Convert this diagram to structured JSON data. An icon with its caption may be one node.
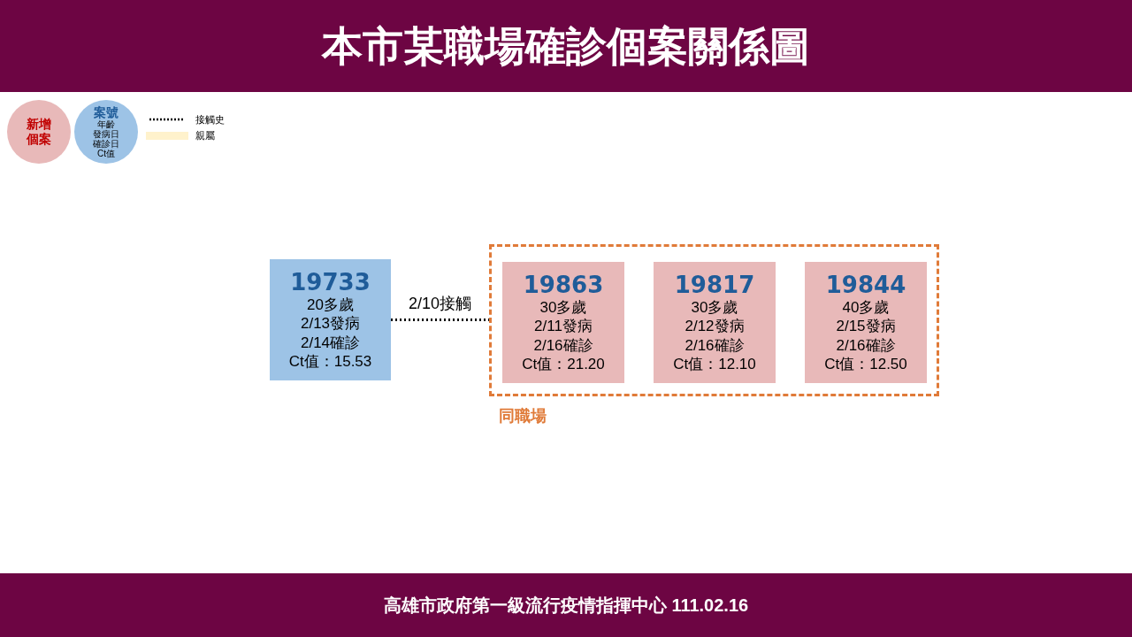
{
  "diagram": {
    "title": "本市某職場確診個案關係圖",
    "nodes": [
      {
        "text": [
          "新增個案"
        ]
      },
      {
        "text": [
          "案號",
          "年齡",
          "發病日",
          "確診日",
          "Ct值"
        ]
      },
      {
        "text": [
          "19733",
          "20多歲",
          "2/13發病",
          "2/14確診",
          "Ct值：15.53"
        ]
      },
      {
        "text": [],
        "shape": "box",
        "beside": [
          "同職場"
        ]
      },
      {
        "text": [
          "19863",
          "30多歲",
          "2/11發病",
          "2/16確診",
          "Ct值：21.20"
        ],
        "in": 3
      },
      {
        "text": [
          "19817",
          "30多歲",
          "2/12發病",
          "2/16確診",
          "Ct值：12.10"
        ],
        "in": 3
      },
      {
        "text": [
          "19844",
          "40多歲",
          "2/15發病",
          "2/16確診",
          "Ct值：12.50"
        ],
        "in": 3
      }
    ],
    "edges": [
      {
        "from": 2,
        "to": 3,
        "arrow": "none",
        "label": "2/10接觸",
        "style": "dashed"
      }
    ],
    "legend": [
      {
        "text": "接觸史"
      },
      {
        "text": "親屬",
        "color": "#fff2cc"
      }
    ],
    "caption": "高雄市政府第一級流行疫情指揮中心 111.02.16"
  }
}
